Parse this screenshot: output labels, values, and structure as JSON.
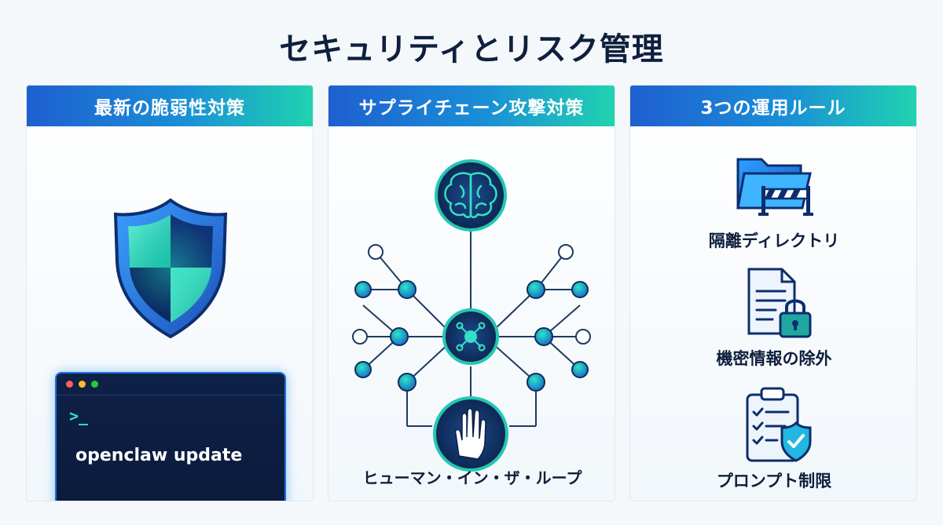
{
  "title": "セキュリティとリスク管理",
  "panels": [
    {
      "header": "最新の脆弱性対策",
      "icon": "shield-icon",
      "terminal": {
        "prompt": ">_",
        "command": "openclaw update"
      }
    },
    {
      "header": "サプライチェーン攻撃対策",
      "icons": [
        "brain-icon",
        "network-hub-icon",
        "hand-stop-icon"
      ],
      "label": "ヒューマン・イン・ザ・ループ"
    },
    {
      "header": "3つの運用ルール",
      "rules": [
        {
          "label": "隔離ディレクトリ",
          "icon": "folder-barrier-icon"
        },
        {
          "label": "機密情報の除外",
          "icon": "document-lock-icon"
        },
        {
          "label": "プロンプト制限",
          "icon": "checklist-shield-icon"
        }
      ]
    }
  ],
  "colors": {
    "navy": "#0f1f3d",
    "blue": "#1e5fd0",
    "teal": "#20d3b0",
    "background": "#f4f8fb"
  }
}
